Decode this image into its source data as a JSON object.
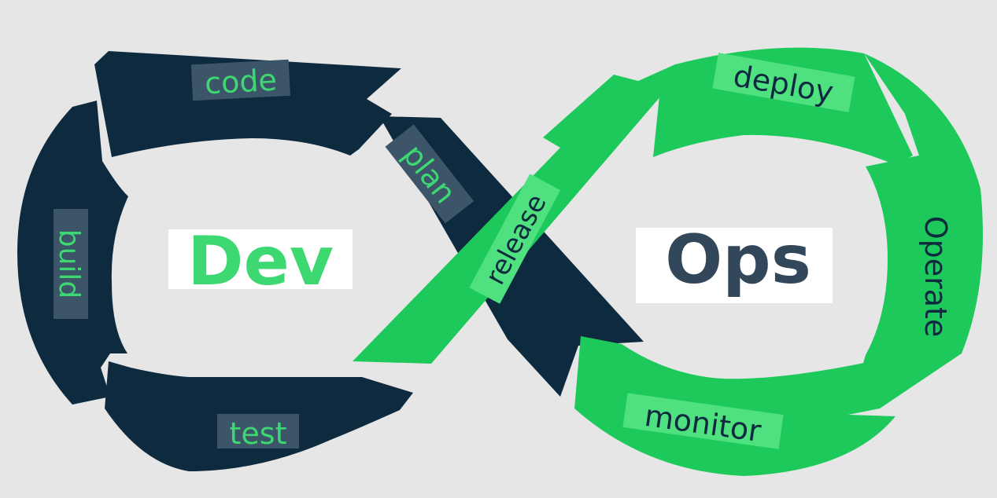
{
  "colors": {
    "background": "#e6e6e6",
    "dev": "#0e2a3f",
    "ops": "#1ec95c",
    "dev_text_green": "#3ed873",
    "ops_text_navy": "#33475b",
    "label_bg_dev": "#3c5568",
    "label_bg_ops": "#4fe07f",
    "label_text_dev": "#3ed873",
    "label_text_ops": "#0e2a3f",
    "white": "#ffffff"
  },
  "center": {
    "left": "Dev",
    "right": "Ops"
  },
  "stages": {
    "plan": "plan",
    "code": "code",
    "build": "build",
    "test": "test",
    "release": "release",
    "deploy": "deploy",
    "operate": "Operate",
    "monitor": "monitor"
  }
}
